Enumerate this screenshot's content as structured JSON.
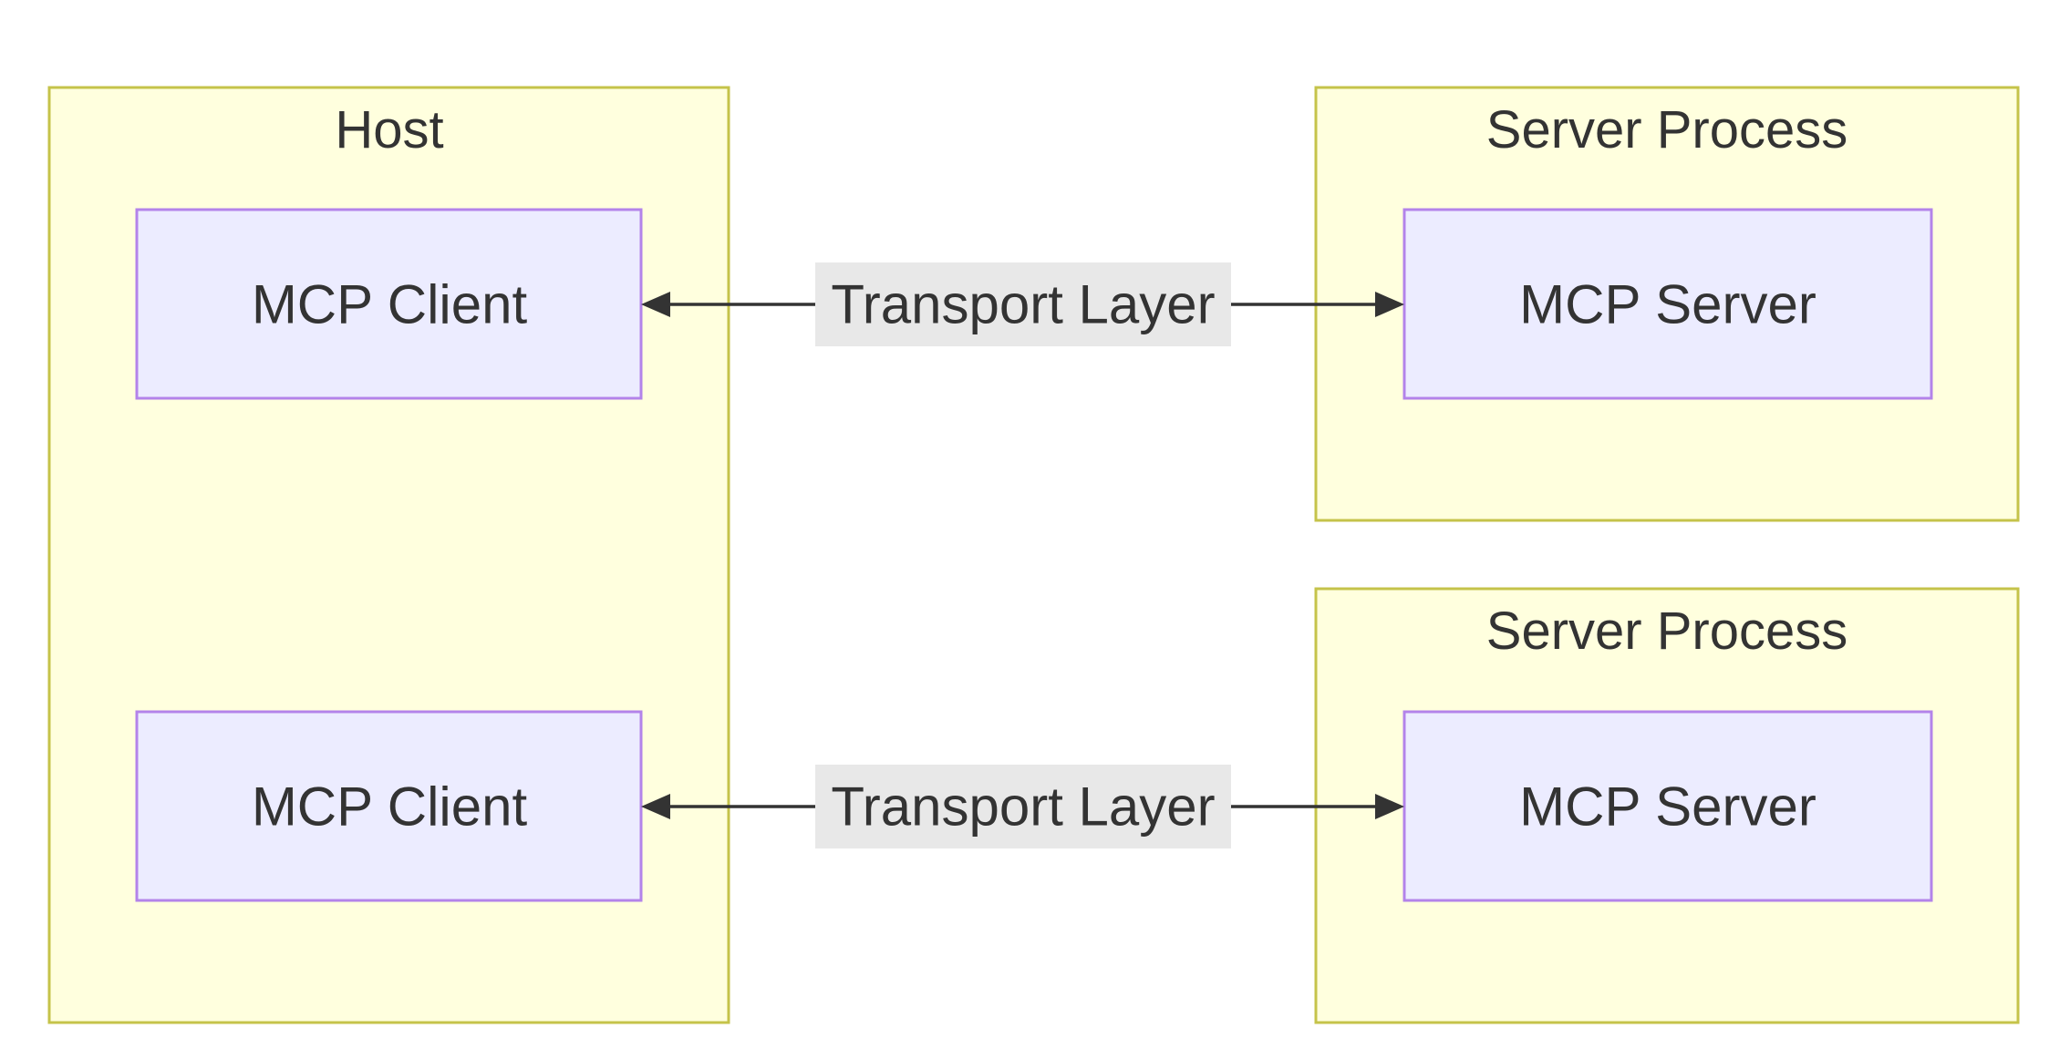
{
  "diagram": {
    "host": {
      "title": "Host",
      "clients": [
        {
          "label": "MCP Client"
        },
        {
          "label": "MCP Client"
        }
      ]
    },
    "server_processes": [
      {
        "title": "Server Process",
        "server": {
          "label": "MCP Server"
        }
      },
      {
        "title": "Server Process",
        "server": {
          "label": "MCP Server"
        }
      }
    ],
    "edges": [
      {
        "label": "Transport Layer",
        "from": "MCP Client",
        "to": "MCP Server",
        "direction": "bidirectional"
      },
      {
        "label": "Transport Layer",
        "from": "MCP Client",
        "to": "MCP Server",
        "direction": "bidirectional"
      }
    ],
    "colors": {
      "cluster_fill": "#ffffde",
      "cluster_border": "#c5c34a",
      "node_fill": "#ececff",
      "node_border": "#b383ea",
      "edge": "#333333",
      "edge_label_bg": "#e8e8e8",
      "text": "#333333"
    }
  }
}
